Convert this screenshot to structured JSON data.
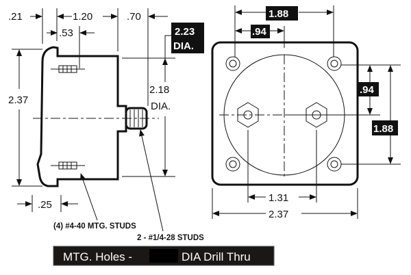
{
  "side_view": {
    "dim_bezel": ".21",
    "dim_body": "1.20",
    "dim_stud": ".70",
    "dim_mtg_stud": ".53",
    "dim_height": "2.37",
    "dim_outer_dia": "2.23",
    "dim_outer_dia_unit": "DIA.",
    "dim_body_dia": "2.18",
    "dim_body_dia_unit": "DIA.",
    "dim_offset": ".25"
  },
  "front_view": {
    "dim_hole_spacing_h": "1.88",
    "dim_hole_half_h": ".94",
    "dim_hole_half_v": ".94",
    "dim_hole_spacing_v": "1.88",
    "dim_terminal_spacing": "1.31",
    "dim_width": "2.37"
  },
  "notes": {
    "mtg_studs": "(4) #4-40 MTG. STUDS",
    "terminal_studs": "2 - #1/4-28 STUDS"
  },
  "footer": {
    "prefix": "MTG. Holes -",
    "suffix": "DIA Drill Thru"
  }
}
